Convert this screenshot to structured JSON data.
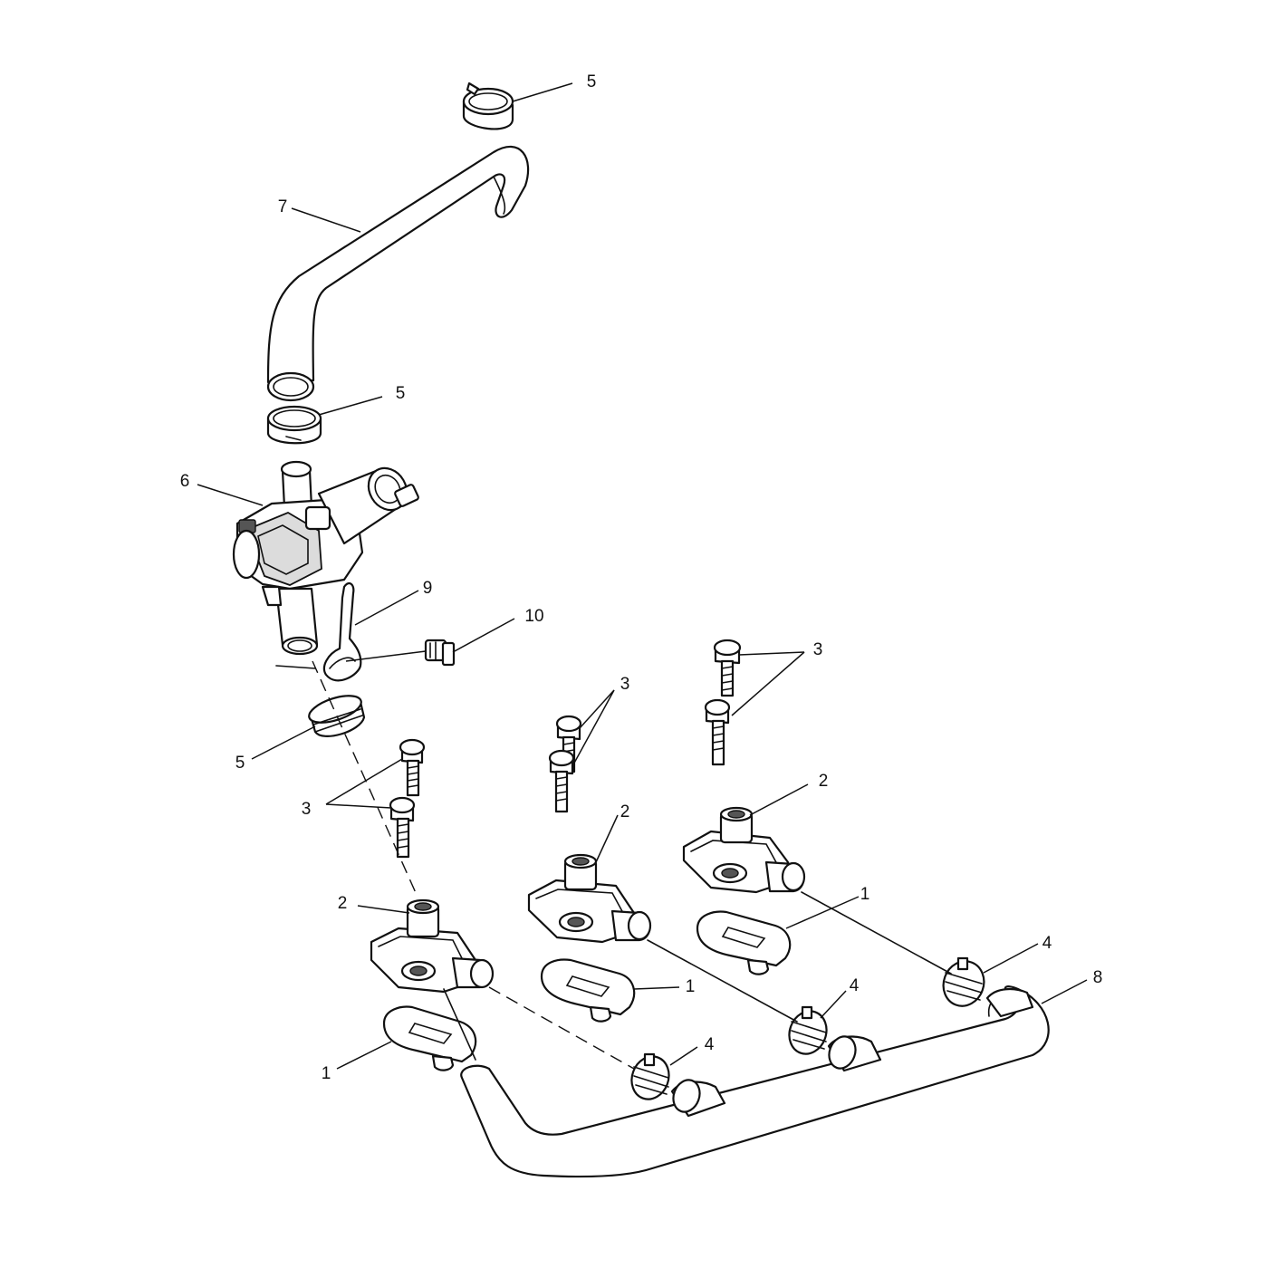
{
  "diagram": {
    "callouts": [
      {
        "id": "c5a",
        "number": "5"
      },
      {
        "id": "c7",
        "number": "7"
      },
      {
        "id": "c5b",
        "number": "5"
      },
      {
        "id": "c6",
        "number": "6"
      },
      {
        "id": "c9",
        "number": "9"
      },
      {
        "id": "c10",
        "number": "10"
      },
      {
        "id": "c5c",
        "number": "5"
      },
      {
        "id": "c3a",
        "number": "3"
      },
      {
        "id": "c3b",
        "number": "3"
      },
      {
        "id": "c3c",
        "number": "3"
      },
      {
        "id": "c2a",
        "number": "2"
      },
      {
        "id": "c2b",
        "number": "2"
      },
      {
        "id": "c2c",
        "number": "2"
      },
      {
        "id": "c1a",
        "number": "1"
      },
      {
        "id": "c1b",
        "number": "1"
      },
      {
        "id": "c1c",
        "number": "1"
      },
      {
        "id": "c4a",
        "number": "4"
      },
      {
        "id": "c4b",
        "number": "4"
      },
      {
        "id": "c4c",
        "number": "4"
      },
      {
        "id": "c8",
        "number": "8"
      }
    ],
    "colors": {
      "line": "#111111",
      "fill": "#ffffff",
      "shade": "#dcdcdc"
    }
  }
}
